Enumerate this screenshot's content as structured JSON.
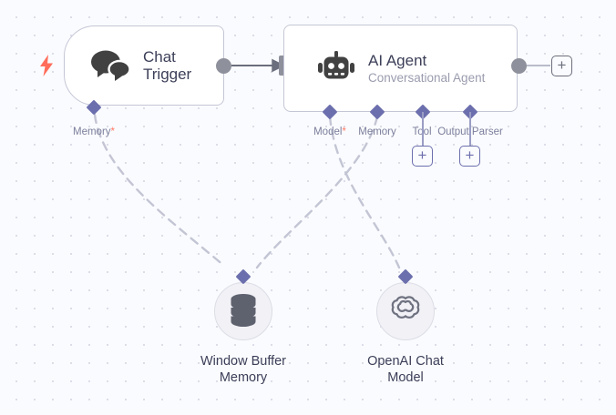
{
  "canvas": {
    "background_color": "#fafbfe",
    "grid_dot_color": "#dcdde8",
    "accent_purple": "#6c6fad",
    "trigger_color": "#ff6d5a",
    "connector_gray": "#8e909c"
  },
  "nodes": [
    {
      "id": "chat-trigger",
      "title": "Chat\nTrigger",
      "subtitle": "",
      "icon": "chat-bubbles-icon",
      "type": "trigger",
      "trigger_badge": "lightning-bolt-icon"
    },
    {
      "id": "ai-agent",
      "title": "AI Agent",
      "subtitle": "Conversational Agent",
      "icon": "robot-icon",
      "type": "standard"
    }
  ],
  "sub_nodes": [
    {
      "id": "window-buffer-memory",
      "label": "Window Buffer\nMemory",
      "icon": "database-icon"
    },
    {
      "id": "openai-chat-model",
      "label": "OpenAI Chat\nModel",
      "icon": "openai-logo-icon"
    }
  ],
  "ports": {
    "chat_trigger": [
      {
        "id": "memory",
        "label": "Memory",
        "required": true
      }
    ],
    "ai_agent": [
      {
        "id": "model",
        "label": "Model",
        "required": true,
        "has_add_button": false
      },
      {
        "id": "memory",
        "label": "Memory",
        "required": false,
        "has_add_button": false
      },
      {
        "id": "tool",
        "label": "Tool",
        "required": false,
        "has_add_button": true
      },
      {
        "id": "output-parser",
        "label": "Output Parser",
        "required": false,
        "has_add_button": true
      }
    ]
  },
  "buttons": {
    "add_glyph": "+",
    "tool_add_label": "+",
    "output_parser_add_label": "+",
    "main_output_add_label": "+"
  },
  "glyphs": {
    "required_marker": "*",
    "lightning": "⚡"
  }
}
